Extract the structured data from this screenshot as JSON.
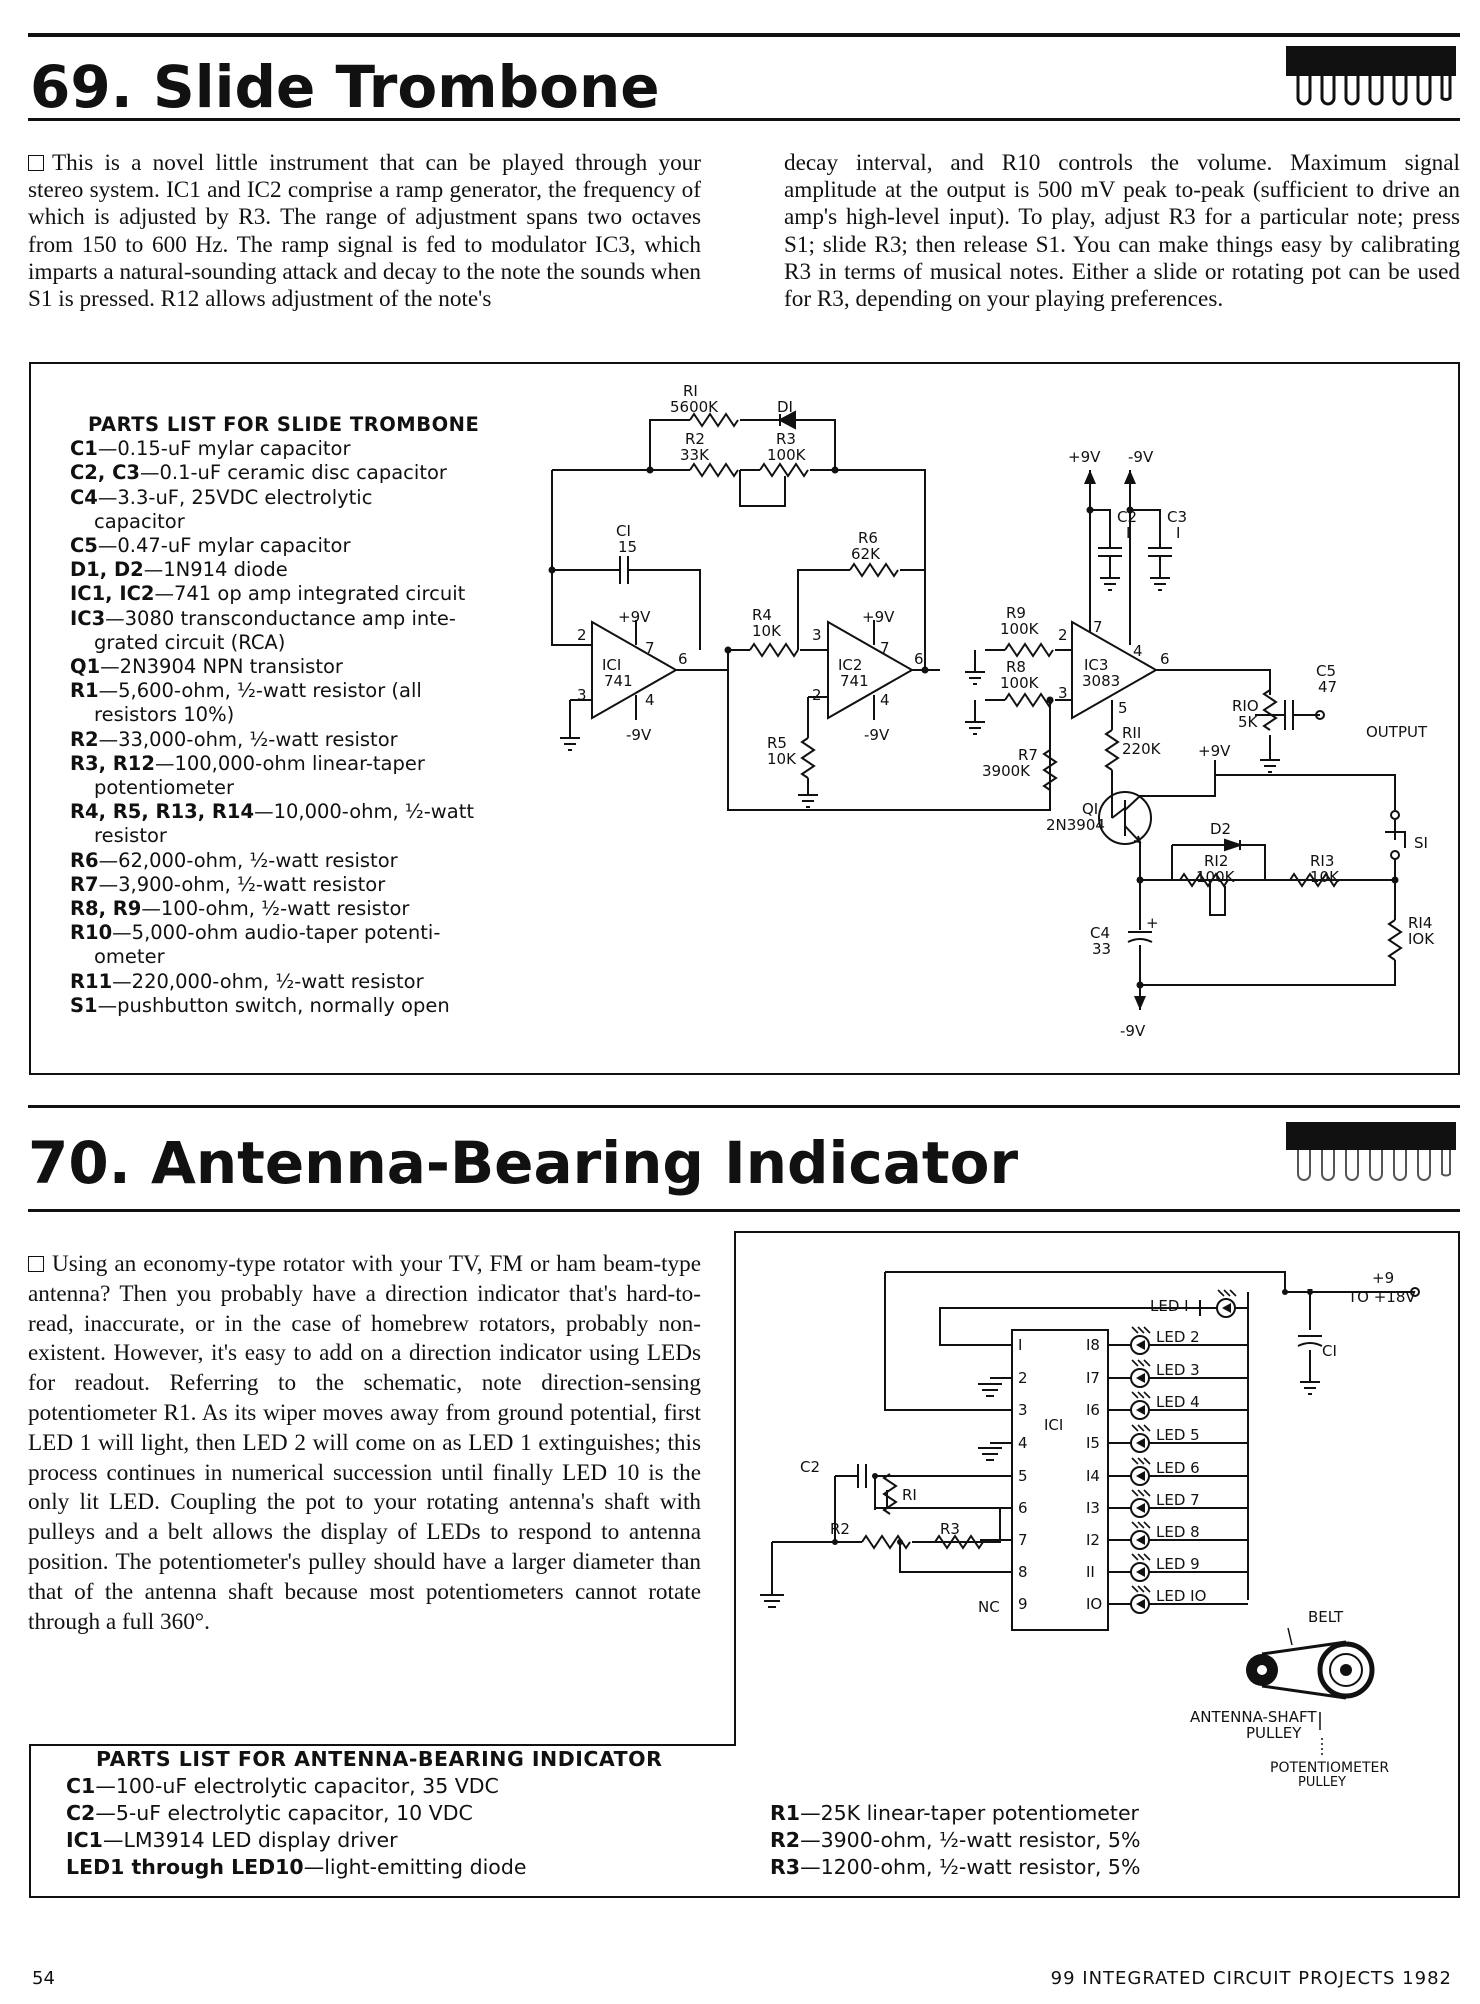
{
  "section69": {
    "title": "69. Slide Trombone",
    "body_left": "This is a novel little instrument that can be played through your stereo system. IC1 and IC2 comprise a ramp generator, the frequency of which is adjusted by R3. The range of adjustment spans two octaves from 150 to 600 Hz. The ramp signal is fed to modulator IC3, which imparts a natural-sounding attack and decay to the note the sounds when S1 is pressed. R12 allows adjustment of the note's",
    "body_right": "decay interval, and R10 controls the volume. Maximum signal amplitude at the output is 500 mV peak to-peak (sufficient to drive an amp's high-level input). To play, adjust R3 for a particular note; press S1; slide R3; then release S1. You can make things easy by calibrating R3 in terms of musical notes. Either a slide or rotating pot can be used for R3, depending on your playing preferences.",
    "parts_title": "PARTS LIST FOR SLIDE TROMBONE",
    "parts": [
      {
        "ref": "C1",
        "desc": "0.15-uF mylar capacitor"
      },
      {
        "ref": "C2, C3",
        "desc": "0.1-uF ceramic disc capacitor"
      },
      {
        "ref": "C4",
        "desc": "3.3-uF, 25VDC electrolytic"
      },
      {
        "ref": "",
        "desc": "capacitor"
      },
      {
        "ref": "C5",
        "desc": "0.47-uF mylar capacitor"
      },
      {
        "ref": "D1, D2",
        "desc": "1N914 diode"
      },
      {
        "ref": "IC1, IC2",
        "desc": "741 op amp integrated circuit"
      },
      {
        "ref": "IC3",
        "desc": "3080 transconductance amp inte-"
      },
      {
        "ref": "",
        "desc": "grated circuit (RCA)"
      },
      {
        "ref": "Q1",
        "desc": "2N3904 NPN transistor"
      },
      {
        "ref": "R1",
        "desc": "5,600-ohm, ½-watt resistor (all"
      },
      {
        "ref": "",
        "desc": "resistors 10%)"
      },
      {
        "ref": "R2",
        "desc": "33,000-ohm, ½-watt resistor"
      },
      {
        "ref": "R3, R12",
        "desc": "100,000-ohm linear-taper"
      },
      {
        "ref": "",
        "desc": "potentiometer"
      },
      {
        "ref": "R4, R5, R13, R14",
        "desc": "10,000-ohm, ½-watt"
      },
      {
        "ref": "",
        "desc": "resistor"
      },
      {
        "ref": "R6",
        "desc": "62,000-ohm, ½-watt resistor"
      },
      {
        "ref": "R7",
        "desc": "3,900-ohm, ½-watt resistor"
      },
      {
        "ref": "R8, R9",
        "desc": "100-ohm, ½-watt resistor"
      },
      {
        "ref": "R10",
        "desc": "5,000-ohm audio-taper potenti-"
      },
      {
        "ref": "",
        "desc": "ometer"
      },
      {
        "ref": "R11",
        "desc": "220,000-ohm, ½-watt resistor"
      },
      {
        "ref": "S1",
        "desc": "pushbutton switch, normally open"
      }
    ],
    "schematic": {
      "r1": "RI",
      "r1v": "5600K",
      "d1": "DI",
      "r2": "R2",
      "r2v": "33K",
      "r3": "R3",
      "r3v": "100K",
      "c1": "CI",
      "c1v": "15",
      "r6": "R6",
      "r6v": "62K",
      "r4": "R4",
      "r4v": "10K",
      "r5": "R5",
      "r5v": "10K",
      "ic1": "ICI",
      "ic1v": "741",
      "ic2": "IC2",
      "ic2v": "741",
      "ic3": "IC3",
      "ic3v": "3083",
      "vpos": "+9V",
      "vneg": "-9V",
      "c2": "C2",
      "c2v": "I",
      "c3": "C3",
      "c3v": "I",
      "r9": "R9",
      "r9v": "100K",
      "r8": "R8",
      "r8v": "100K",
      "r7": "R7",
      "r7v": "3900K",
      "r11": "RII",
      "r11v": "220K",
      "r10": "RIO",
      "r10v": "5K",
      "c5": "C5",
      "c5v": "47",
      "output": "OUTPUT",
      "q1": "QI",
      "q1v": "2N3904",
      "d2": "D2",
      "r12": "RI2",
      "r12v": "100K",
      "r13": "RI3",
      "r13v": "10K",
      "s1": "SI",
      "r14": "RI4",
      "r14v": "IOK",
      "c4": "C4",
      "c4v": "33",
      "pin2": "2",
      "pin3": "3",
      "pin4": "4",
      "pin5": "5",
      "pin6": "6",
      "pin7": "7",
      "plus": "+",
      "minus": "-"
    }
  },
  "section70": {
    "title": "70. Antenna-Bearing Indicator",
    "body": "Using an economy-type rotator with your TV, FM or ham beam-type antenna? Then you probably have a direction indicator that's hard-to-read, inaccurate, or in the case of homebrew rotators, probably non-existent. However, it's easy to add on a direction indicator using LEDs for readout. Referring to the schematic, note direction-sensing potentiometer R1. As its wiper moves away from ground potential, first LED 1 will light, then LED 2 will come on as LED 1 extinguishes; this process continues in numerical succession until finally LED 10 is the only lit LED. Coupling the pot to your rotating antenna's shaft with pulleys and a belt allows the display of LEDs to respond to antenna position. The potentiometer's pulley should have a larger diameter than that of the antenna shaft because most potentiometers cannot rotate through a full 360°.",
    "parts_title": "PARTS LIST FOR ANTENNA-BEARING INDICATOR",
    "parts_left": [
      {
        "ref": "C1",
        "desc": "100-uF electrolytic capacitor, 35 VDC"
      },
      {
        "ref": "C2",
        "desc": "5-uF electrolytic capacitor, 10 VDC"
      },
      {
        "ref": "IC1",
        "desc": "LM3914 LED display driver"
      },
      {
        "ref": "LED1 through LED10",
        "desc": "light-emitting diode"
      }
    ],
    "parts_right": [
      {
        "ref": "R1",
        "desc": "25K linear-taper potentiometer"
      },
      {
        "ref": "R2",
        "desc": "3900-ohm, ½-watt resistor, 5%"
      },
      {
        "ref": "R3",
        "desc": "1200-ohm, ½-watt resistor, 5%"
      }
    ],
    "schematic": {
      "supply1": "+9",
      "supply2": "TO +18V",
      "c1": "CI",
      "ic1": "ICI",
      "leds": [
        "LED I",
        "LED 2",
        "LED 3",
        "LED 4",
        "LED 5",
        "LED 6",
        "LED 7",
        "LED 8",
        "LED 9",
        "LED IO"
      ],
      "pins_left": [
        "I",
        "2",
        "3",
        "4",
        "5",
        "6",
        "7",
        "8",
        "9"
      ],
      "pins_right": [
        "I8",
        "I7",
        "I6",
        "I5",
        "I4",
        "I3",
        "I2",
        "II",
        "IO"
      ],
      "nc": "NC",
      "c2": "C2",
      "r1": "RI",
      "r2": "R2",
      "r3": "R3",
      "belt": "BELT",
      "antenna_pulley_1": "ANTENNA-SHAFT",
      "antenna_pulley_2": "PULLEY",
      "pot_pulley_1": "POTENTIOMETER",
      "pot_pulley_2": "PULLEY"
    }
  },
  "footer": {
    "page_number": "54",
    "publication": "99 INTEGRATED CIRCUIT PROJECTS 1982"
  }
}
